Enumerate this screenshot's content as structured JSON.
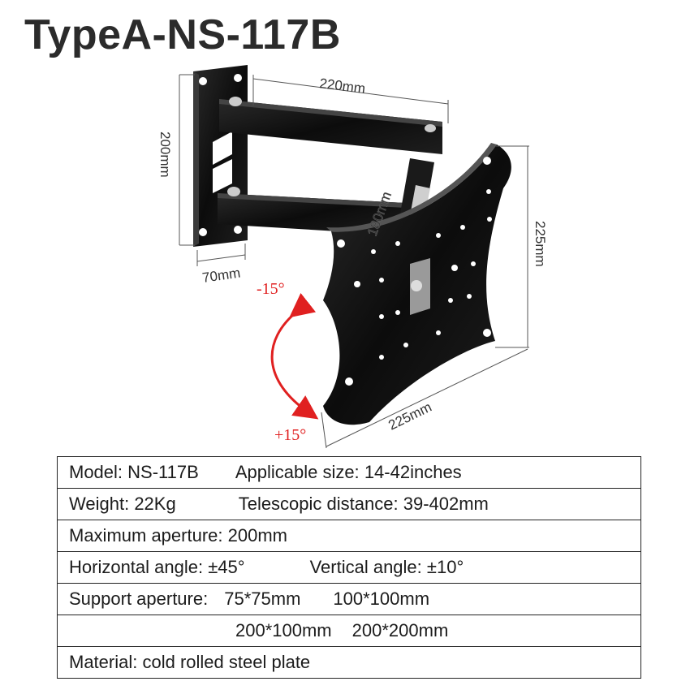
{
  "title": "TypeA-NS-117B",
  "dimensions": {
    "arm_length": "220mm",
    "plate_height": "200mm",
    "plate_depth": "70mm",
    "arm_offset": "180mm",
    "mount_height": "225mm",
    "mount_width": "225mm"
  },
  "tilt": {
    "up": "-15°",
    "down": "+15°"
  },
  "colors": {
    "arrow": "#e02020",
    "metal": "#111111",
    "text": "#222222"
  },
  "specs": {
    "model_label": "Model:",
    "model_value": "NS-117B",
    "applicable_label": "Applicable size:",
    "applicable_value": "14-42inches",
    "weight_label": "Weight:",
    "weight_value": "22Kg",
    "telescopic_label": "Telescopic distance:",
    "telescopic_value": "39-402mm",
    "max_aperture_label": "Maximum aperture:",
    "max_aperture_value": "200mm",
    "horizontal_label": "Horizontal angle:",
    "horizontal_value": "±45°",
    "vertical_label": "Vertical angle:",
    "vertical_value": "±10°",
    "support_label": "Support aperture:",
    "support_values": [
      "75*75mm",
      "100*100mm",
      "200*100mm",
      "200*200mm"
    ],
    "material_label": "Material:",
    "material_value": "cold rolled steel plate"
  }
}
